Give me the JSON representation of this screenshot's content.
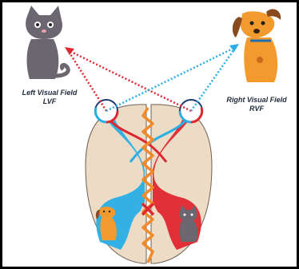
{
  "labels": {
    "left_title": "Left Visual Field",
    "left_abbr": "LVF",
    "right_title": "Right Visual Field",
    "right_abbr": "RVF"
  },
  "colors": {
    "left_pathway": "#29aee6",
    "right_pathway": "#e0262f",
    "corpus_callosum": "#f08a2a",
    "brain": "#ecdcc6",
    "cat": "#6b6670",
    "dog": "#f39a2e"
  },
  "icons": [
    "cat-icon",
    "dog-icon",
    "eye-icon",
    "severed-x-icon"
  ]
}
